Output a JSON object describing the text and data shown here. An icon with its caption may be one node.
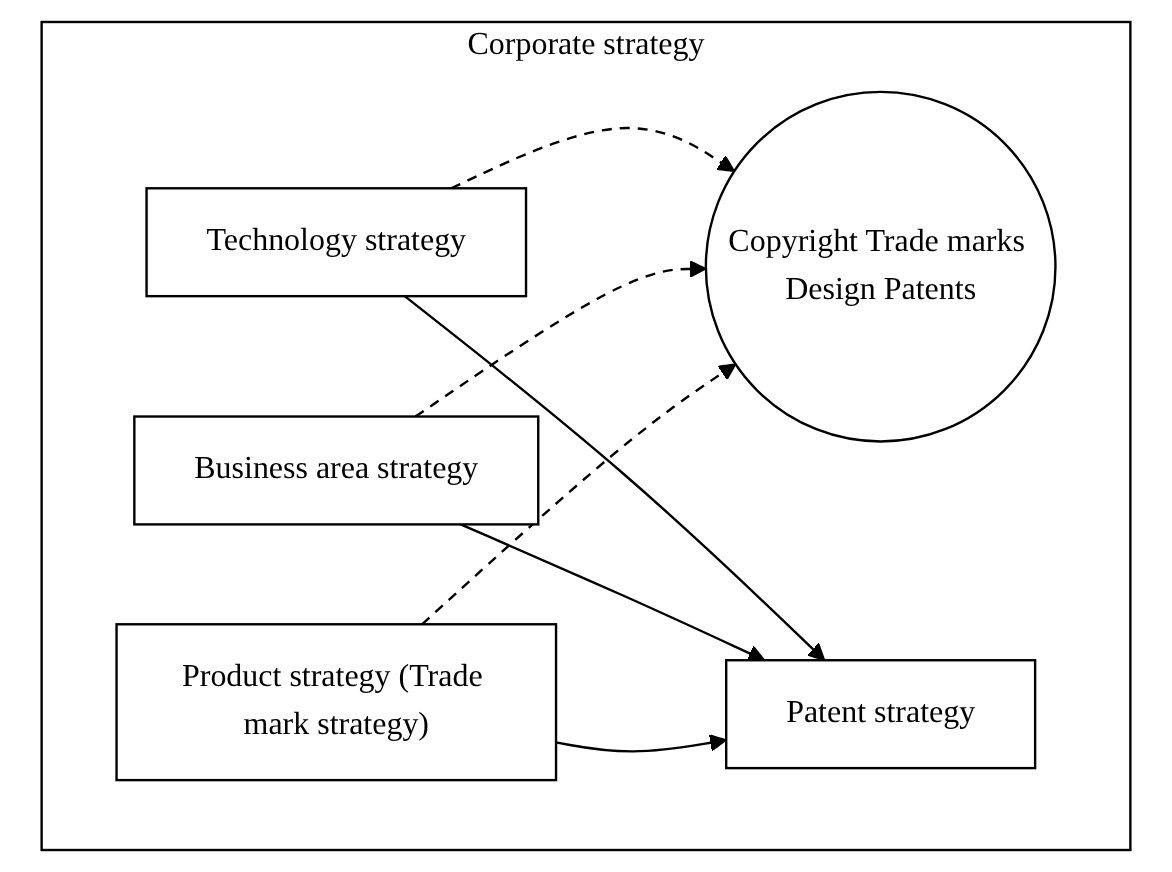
{
  "diagram": {
    "nodes": [
      {
        "text": [
          "Corporate strategy"
        ]
      },
      {
        "text": [
          "Copyright Trade marks Design Patents"
        ],
        "in": 0
      },
      {
        "text": [
          "Technology strategy"
        ],
        "in": 0
      },
      {
        "text": [
          "Business area strategy"
        ],
        "in": 0
      },
      {
        "text": [
          "Patent strategy"
        ],
        "in": 0
      },
      {
        "text": [
          "Product strategy (Trade mark strategy)"
        ],
        "in": 0
      }
    ],
    "edges": [
      {
        "from": 2,
        "to": 1,
        "arrow": "to",
        "style": "dashed"
      },
      {
        "from": 3,
        "to": 1,
        "arrow": "to",
        "style": "dashed"
      },
      {
        "from": 5,
        "to": 1,
        "arrow": "to",
        "style": "dashed"
      },
      {
        "from": 2,
        "to": 4,
        "arrow": "to"
      },
      {
        "from": 3,
        "to": 4,
        "arrow": "to"
      },
      {
        "from": 5,
        "to": 4,
        "arrow": "to"
      }
    ]
  }
}
